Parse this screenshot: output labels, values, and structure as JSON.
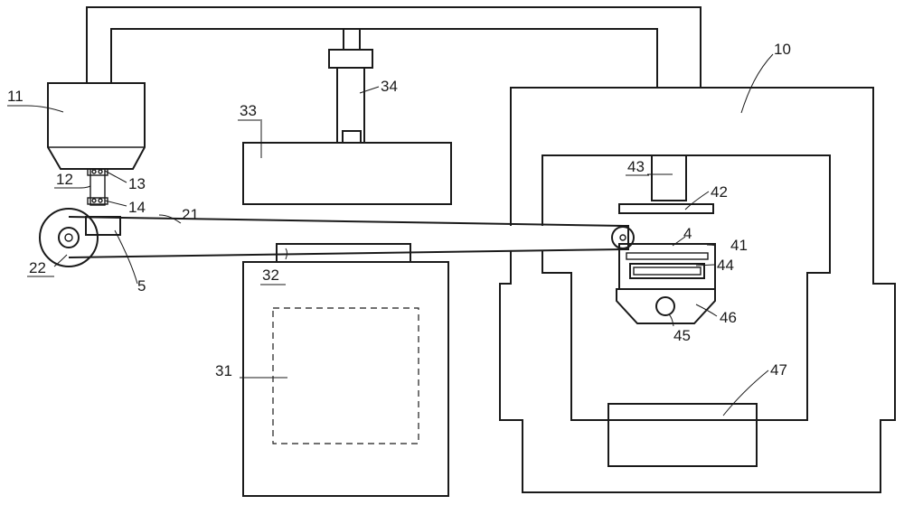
{
  "labels": {
    "l10": "10",
    "l11": "11",
    "l12": "12",
    "l13": "13",
    "l14": "14",
    "l21": "21",
    "l22": "22",
    "l5": "5",
    "l31": "31",
    "l32": "32",
    "l33": "33",
    "l34": "34",
    "l4": "4",
    "l41": "41",
    "l42": "42",
    "l43": "43",
    "l44": "44",
    "l45": "45",
    "l46": "46",
    "l47": "47"
  }
}
